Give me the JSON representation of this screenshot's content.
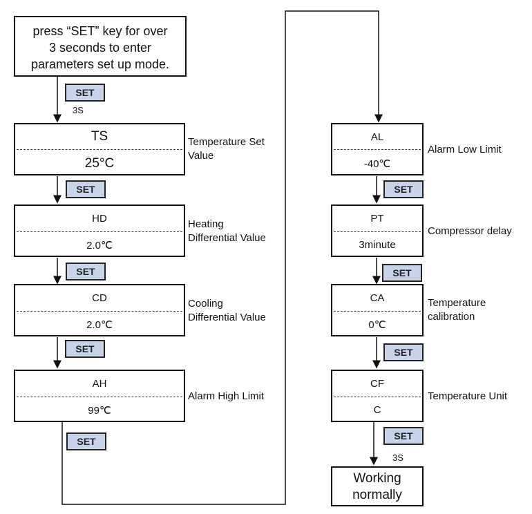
{
  "intro": {
    "line1": "press “SET” key for over",
    "line2": "3 seconds to enter",
    "line3": "parameters set up mode."
  },
  "set_label": "SET",
  "hold_label": "3S",
  "params_left": [
    {
      "code": "TS",
      "value": "25°C",
      "desc1": "Temperature Set",
      "desc2": "Value"
    },
    {
      "code": "HD",
      "value": "2.0℃",
      "desc1": "Heating",
      "desc2": "Differential Value"
    },
    {
      "code": "CD",
      "value": "2.0℃",
      "desc1": "Cooling",
      "desc2": "Differential Value"
    },
    {
      "code": "AH",
      "value": "99℃",
      "desc1": "Alarm High Limit",
      "desc2": ""
    }
  ],
  "params_right": [
    {
      "code": "AL",
      "value": "-40℃",
      "desc1": "Alarm Low Limit",
      "desc2": ""
    },
    {
      "code": "PT",
      "value": "3minute",
      "desc1": "Compressor delay",
      "desc2": ""
    },
    {
      "code": "CA",
      "value": "0℃",
      "desc1": "Temperature",
      "desc2": "calibration"
    },
    {
      "code": "CF",
      "value": "C",
      "desc1": "Temperature Unit",
      "desc2": ""
    }
  ],
  "final": {
    "line1": "Working",
    "line2": "normally"
  },
  "colors": {
    "set_button_bg": "#c7d4ea",
    "line": "#111111"
  }
}
